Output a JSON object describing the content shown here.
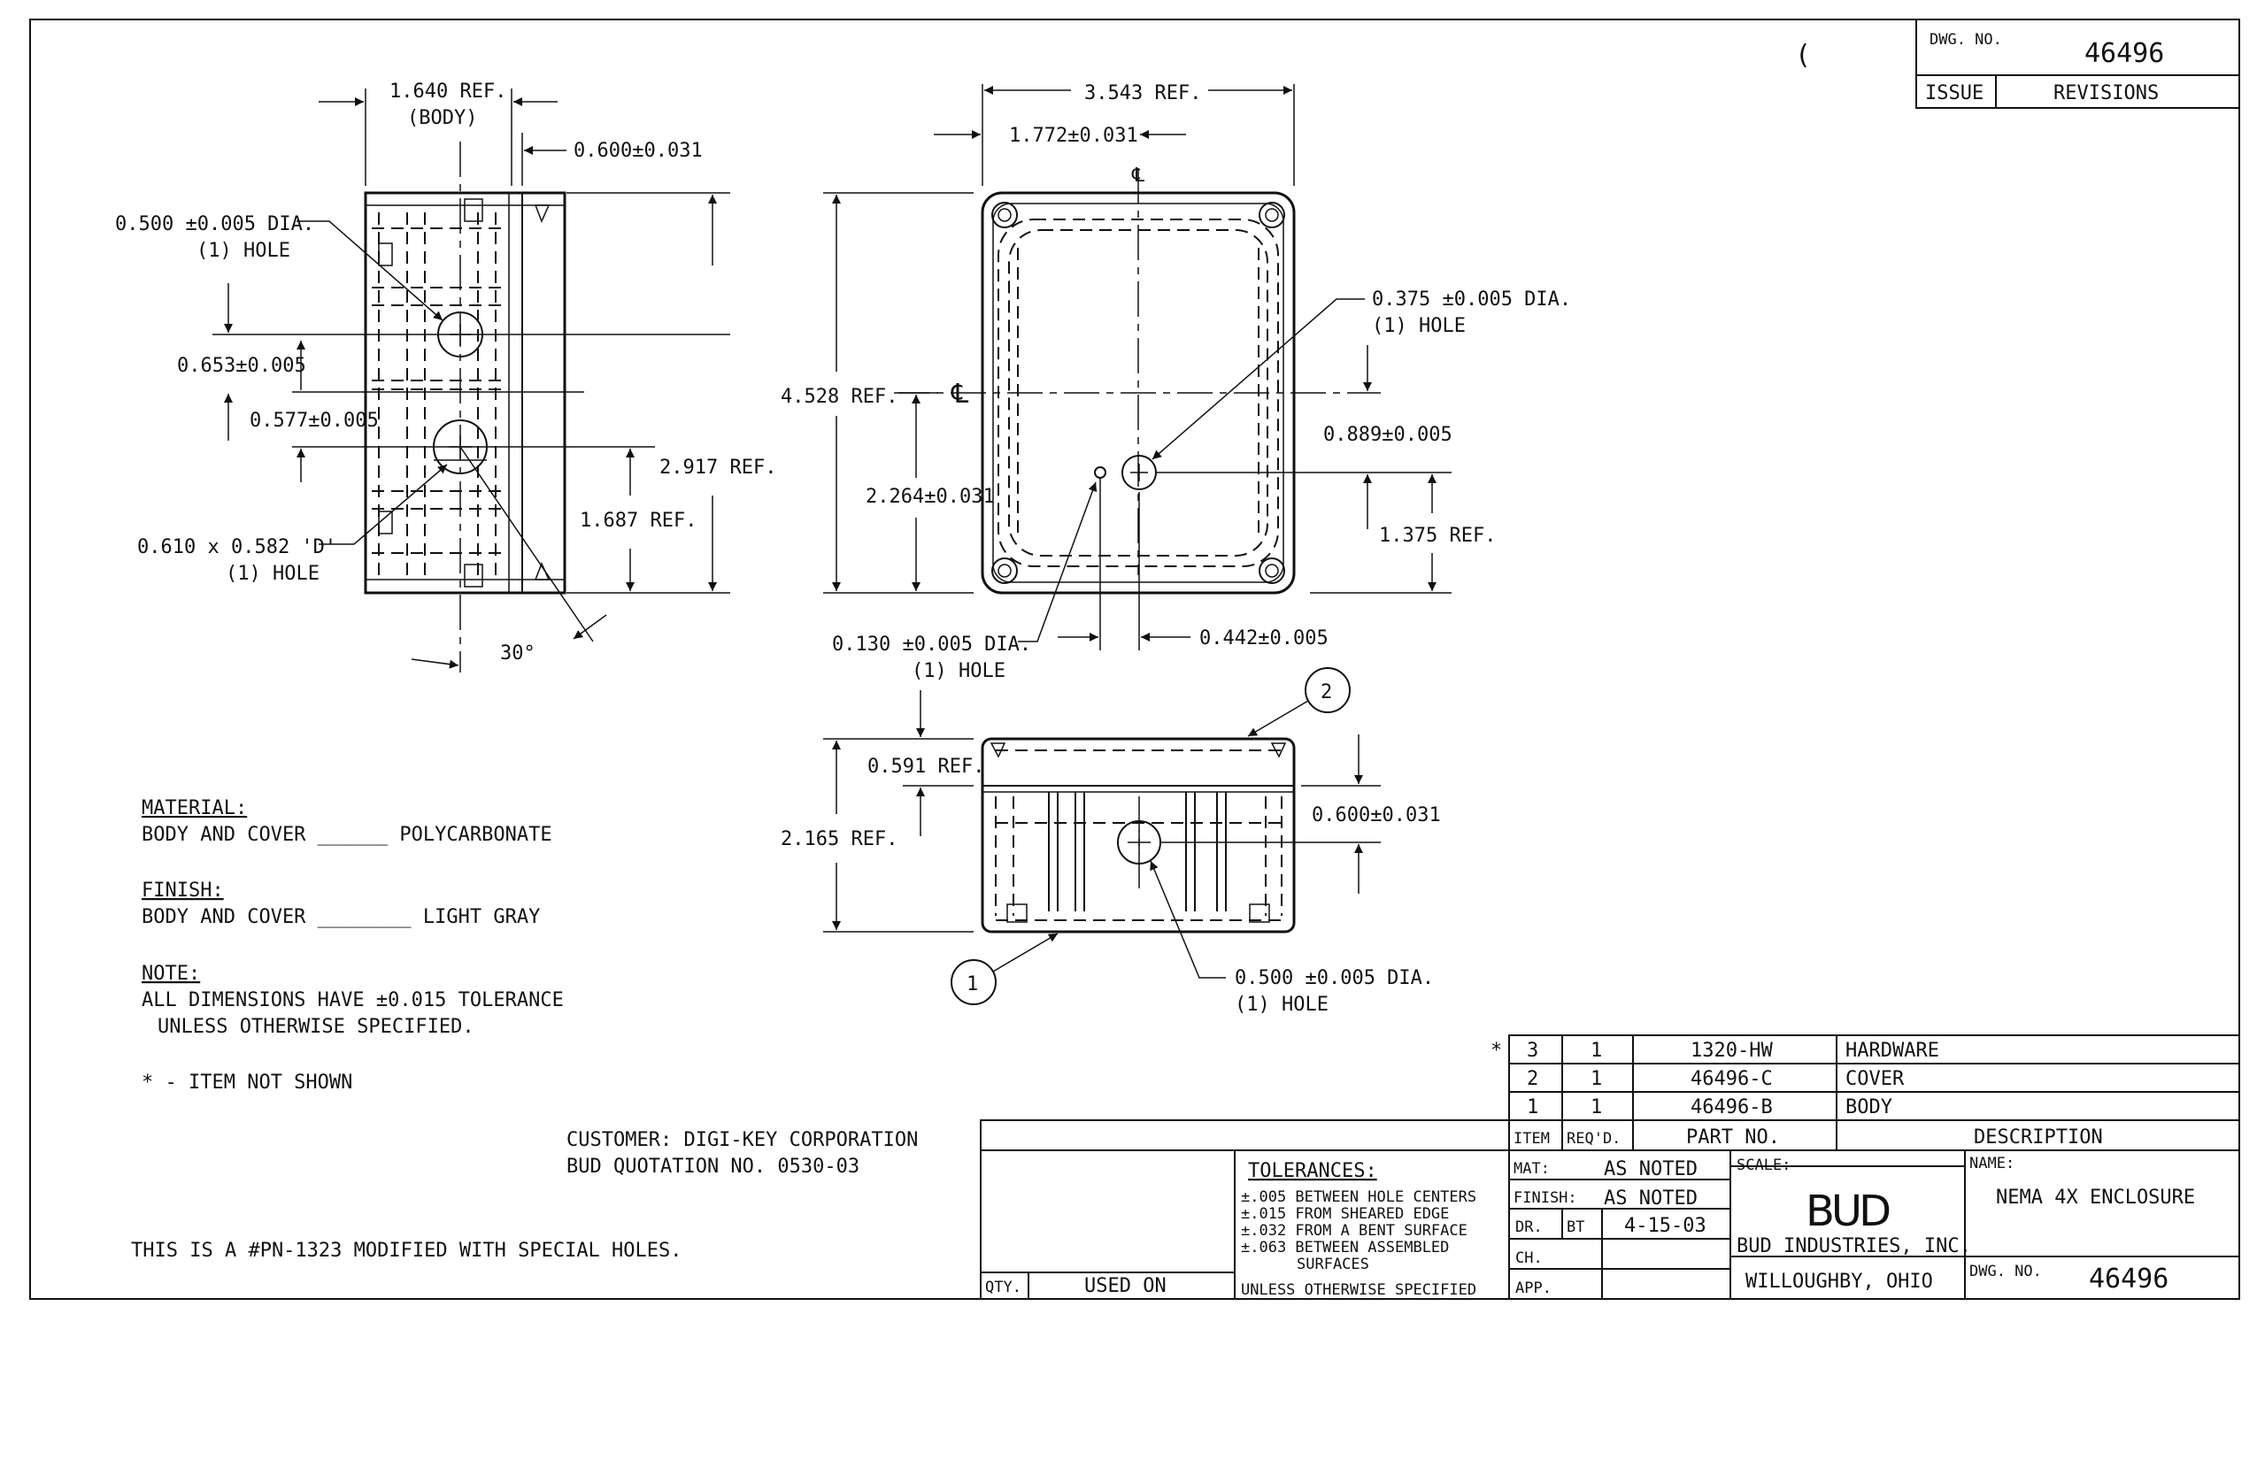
{
  "title_block": {
    "dwg_no_label": "DWG. NO.",
    "dwg_no": "46496",
    "issue_label": "ISSUE",
    "revisions_label": "REVISIONS",
    "name_label": "NAME:",
    "name": "NEMA 4X ENCLOSURE",
    "company": "BUD INDUSTRIES, INC.",
    "city": "WILLOUGHBY, OHIO",
    "logo": "BUD",
    "scale_label": "SCALE:",
    "mat_label": "MAT:",
    "mat_value": "AS NOTED",
    "finish_label": "FINISH:",
    "finish_value": "AS NOTED",
    "dr_label": "DR.",
    "dr_value": "BT",
    "date": "4-15-03",
    "ch_label": "CH.",
    "app_label": "APP.",
    "qty_label": "QTY.",
    "used_on_label": "USED ON",
    "tolerances_title": "TOLERANCES:",
    "tolerances": [
      "±.005 BETWEEN HOLE CENTERS",
      "±.015 FROM SHEARED EDGE",
      "±.032 FROM A BENT SURFACE",
      "±.063 BETWEEN ASSEMBLED",
      "SURFACES"
    ],
    "tolerance_footer": "UNLESS OTHERWISE SPECIFIED"
  },
  "parts_list": {
    "headers": [
      "ITEM",
      "REQ'D.",
      "PART NO.",
      "DESCRIPTION"
    ],
    "rows": [
      {
        "star": "*",
        "item": "3",
        "req": "1",
        "part": "1320-HW",
        "desc": "HARDWARE"
      },
      {
        "star": "",
        "item": "2",
        "req": "1",
        "part": "46496-C",
        "desc": "COVER"
      },
      {
        "star": "",
        "item": "1",
        "req": "1",
        "part": "46496-B",
        "desc": "BODY"
      }
    ]
  },
  "notes": {
    "material_title": "MATERIAL:",
    "material_line": "BODY AND COVER ______ POLYCARBONATE",
    "finish_title": "FINISH:",
    "finish_line": "BODY AND COVER ________ LIGHT GRAY",
    "note_title": "NOTE:",
    "note_line1": "ALL DIMENSIONS HAVE ±0.015 TOLERANCE",
    "note_line2": "UNLESS OTHERWISE SPECIFIED.",
    "item_not_shown": "* - ITEM NOT SHOWN",
    "customer": "CUSTOMER: DIGI-KEY CORPORATION",
    "quotation": "BUD QUOTATION NO. 0530-03",
    "modified": "THIS IS A #PN-1323 MODIFIED WITH SPECIAL HOLES."
  },
  "side_view": {
    "body_width": "1.640 REF.",
    "body_label": "(BODY)",
    "lip": "0.600±0.031",
    "hole1": "0.500 ±0.005 DIA.",
    "hole1_count": "(1) HOLE",
    "dim_653": "0.653±0.005",
    "dim_577": "0.577±0.005",
    "d_hole": "0.610 x 0.582 'D'",
    "d_hole_count": "(1) HOLE",
    "height": "2.917 REF.",
    "dim_1687": "1.687 REF.",
    "angle": "30°"
  },
  "top_view": {
    "width": "3.543 REF.",
    "half_width": "1.772±0.031",
    "height": "4.528 REF.",
    "half_height": "2.264±0.031",
    "hole_375": "0.375 ±0.005 DIA.",
    "hole_375_count": "(1) HOLE",
    "dim_889": "0.889±0.005",
    "dim_1375": "1.375 REF.",
    "hole_130": "0.130 ±0.005 DIA.",
    "hole_130_count": "(1) HOLE",
    "dim_442": "0.442±0.005",
    "centerline": "℄"
  },
  "front_view": {
    "dim_591": "0.591 REF.",
    "height": "2.165 REF.",
    "dim_600": "0.600±0.031",
    "hole_500": "0.500 ±0.005 DIA.",
    "hole_500_count": "(1) HOLE",
    "balloon_1": "1",
    "balloon_2": "2"
  },
  "margin_mark": "("
}
